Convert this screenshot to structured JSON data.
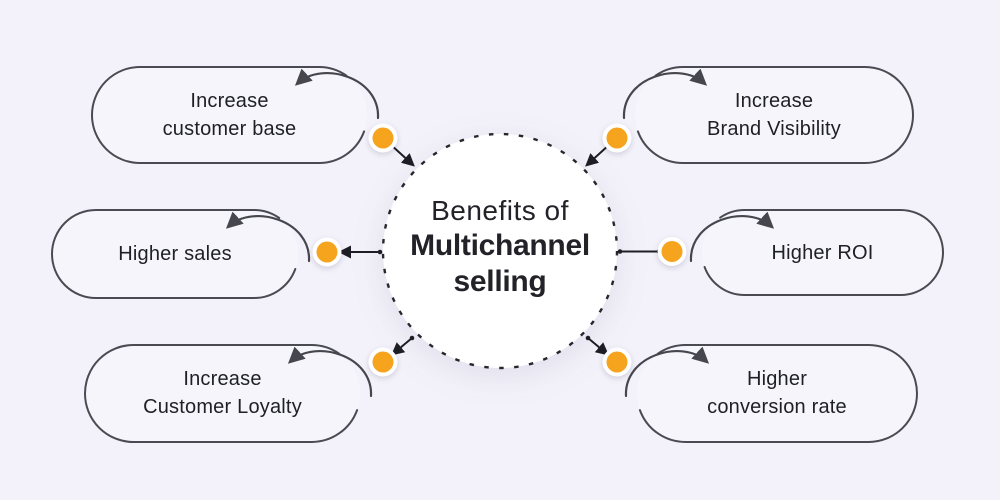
{
  "center": {
    "line1": "Benefits of",
    "line2": "Multichannel",
    "line3": "selling"
  },
  "nodes": [
    {
      "id": "increase-customer-base",
      "position": "top-left",
      "label": [
        "Increase",
        "customer base"
      ]
    },
    {
      "id": "increase-brand-visibility",
      "position": "top-right",
      "label": [
        "Increase",
        "Brand Visibility"
      ]
    },
    {
      "id": "higher-sales",
      "position": "middle-left",
      "label": [
        "Higher sales"
      ]
    },
    {
      "id": "higher-roi",
      "position": "middle-right",
      "label": [
        "Higher ROI"
      ]
    },
    {
      "id": "increase-customer-loyalty",
      "position": "bottom-left",
      "label": [
        "Increase",
        "Customer Loyalty"
      ]
    },
    {
      "id": "higher-conversion-rate",
      "position": "bottom-right",
      "label": [
        "Higher",
        "conversion rate"
      ]
    }
  ],
  "colors": {
    "background": "#F3F2FA",
    "node_border": "#4A4A52",
    "connector": "#1D1D23",
    "accent_dot": "#F6A41E",
    "center_fill": "#FFFFFF",
    "text": "#1F1F26"
  }
}
